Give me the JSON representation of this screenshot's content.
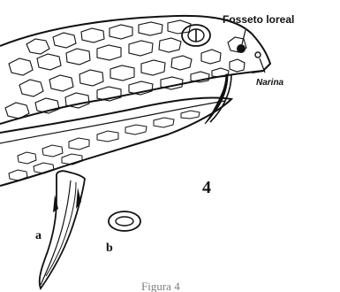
{
  "labels": {
    "loreal_pit": "Fosseto loreal",
    "nostril": "Narina",
    "figure_number": "4",
    "fang_label": "a",
    "section_label": "b",
    "caption": "Figura 4"
  }
}
